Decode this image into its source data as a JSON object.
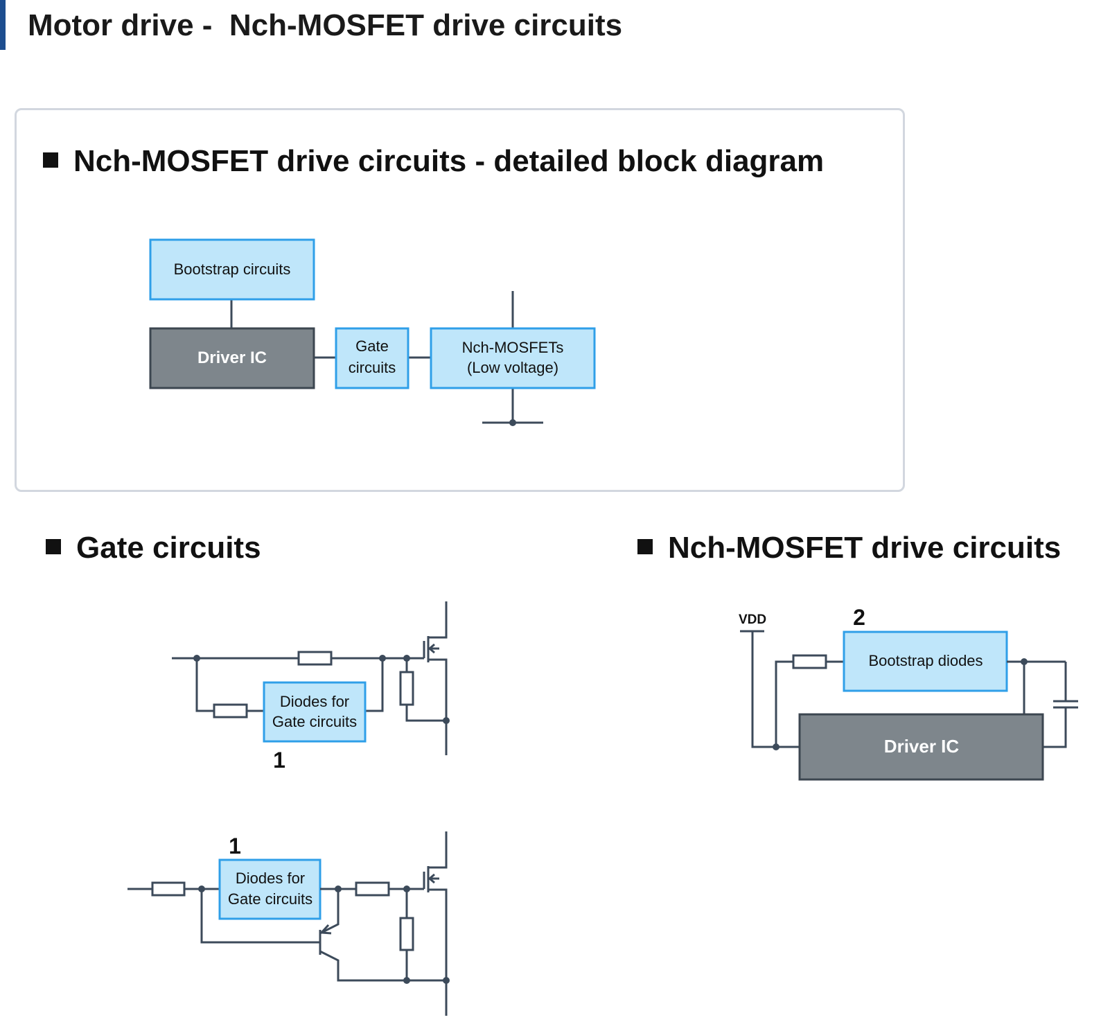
{
  "page_title": "Motor drive -  Nch-MOSFET drive circuits",
  "block_diagram": {
    "heading": "Nch-MOSFET drive circuits - detailed block diagram",
    "bootstrap": "Bootstrap circuits",
    "driver": "Driver IC",
    "gate_line1": "Gate",
    "gate_line2": "circuits",
    "mosfet_line1": "Nch-MOSFETs",
    "mosfet_line2": "(Low voltage)"
  },
  "gate_section": {
    "heading": "Gate circuits",
    "circuit1": {
      "box_line1": "Diodes for",
      "box_line2": "Gate circuits",
      "number": "1"
    },
    "circuit2": {
      "box_line1": "Diodes for",
      "box_line2": "Gate circuits",
      "number": "1"
    }
  },
  "drive_section": {
    "heading": "Nch-MOSFET drive circuits",
    "vdd": "VDD",
    "number": "2",
    "bootstrap_diodes": "Bootstrap diodes",
    "driver": "Driver IC"
  },
  "colors": {
    "accent_bar": "#1d4e8f",
    "block_fill": "#bfe6fa",
    "block_border": "#2f9fe8",
    "driver_fill": "#7e868c",
    "wire": "#3c4a5a"
  }
}
